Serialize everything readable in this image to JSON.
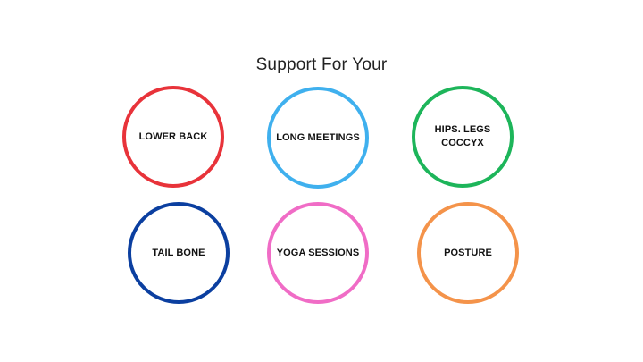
{
  "title": "Support For Your",
  "items": [
    {
      "label": "LOWER BACK",
      "color": "#E8333A"
    },
    {
      "label": "LONG MEETINGS",
      "color": "#3FB0EE"
    },
    {
      "label": "HIPS. LEGS\nCOCCYX",
      "color": "#1DB55A"
    },
    {
      "label": "TAIL BONE",
      "color": "#0B3FA0"
    },
    {
      "label": "YOGA SESSIONS",
      "color": "#F06CC6"
    },
    {
      "label": "POSTURE",
      "color": "#F4934A"
    }
  ]
}
